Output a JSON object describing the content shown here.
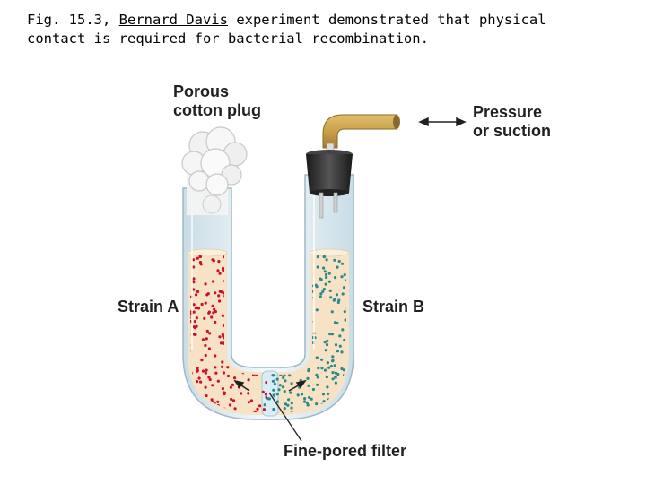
{
  "caption": {
    "prefix": "Fig. 15.3, ",
    "name": "Bernard Davis",
    "rest": " experiment demonstrated that physical contact is required for bacterial recombination."
  },
  "labels": {
    "plug_line1": "Porous",
    "plug_line2": "cotton plug",
    "pressure_line1": "Pressure",
    "pressure_line2": "or suction",
    "strain_a": "Strain A",
    "strain_b": "Strain B",
    "filter": "Fine-pored filter"
  },
  "colors": {
    "strain_a_dots": "#c8102e",
    "strain_b_dots": "#2a8a8a",
    "medium": "#f7e2c6",
    "tube_glass": "#dfeef3",
    "stopper": "#2b2b2b",
    "pipe": "#c9a04a"
  }
}
